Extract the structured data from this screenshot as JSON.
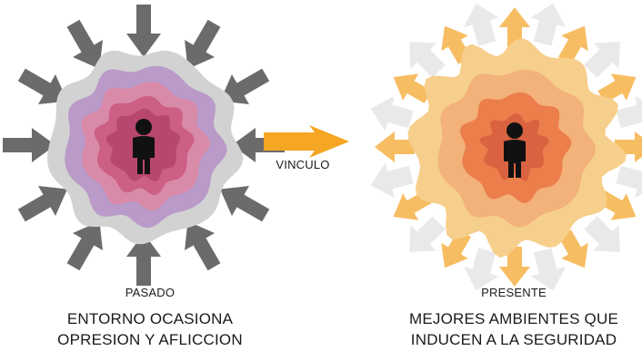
{
  "left": {
    "label": "PASADO",
    "caption_line1": "ENTORNO OCASIONA",
    "caption_line2": "OPRESION Y AFLICCION",
    "rings": [
      "#d2d2d2",
      "#b99ac8",
      "#d98aa8",
      "#cc5f84",
      "#b84770"
    ],
    "arrow_color": "#6b6b6b"
  },
  "center": {
    "label": "VINCULO",
    "arrow_color": "#f5a623"
  },
  "right": {
    "label": "PRESENTE",
    "caption_line1": "MEJORES AMBIENTES QUE",
    "caption_line2": "INDUCEN A LA SEGURIDAD",
    "rings": [
      "#f7cf8c",
      "#f2b27a",
      "#ec7e4c",
      "#d96340"
    ],
    "arrow_color": "#f7bd62",
    "back_arrow_color": "#e9e9e9"
  },
  "person_color": "#111111"
}
